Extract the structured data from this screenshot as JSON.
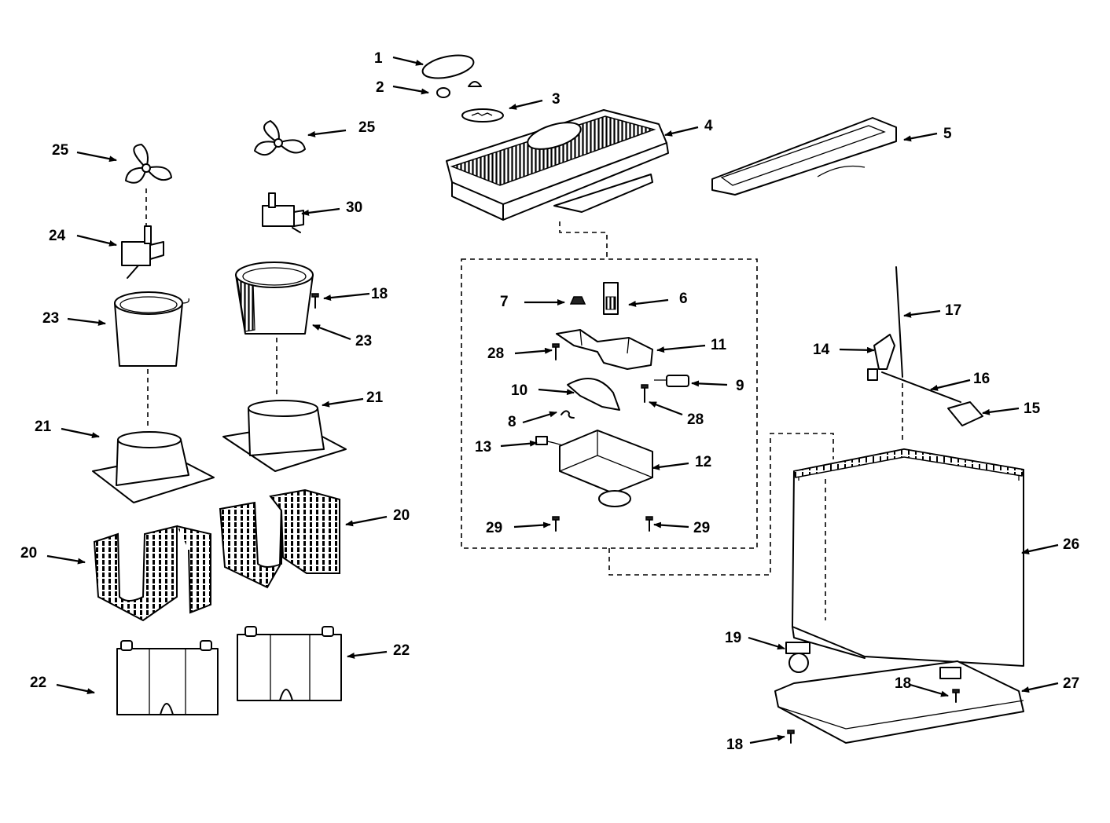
{
  "diagram": {
    "callouts": [
      {
        "id": "c1",
        "text": "1"
      },
      {
        "id": "c2",
        "text": "2"
      },
      {
        "id": "c3",
        "text": "3"
      },
      {
        "id": "c4",
        "text": "4"
      },
      {
        "id": "c5",
        "text": "5"
      },
      {
        "id": "c6",
        "text": "6"
      },
      {
        "id": "c7",
        "text": "7"
      },
      {
        "id": "c8",
        "text": "8"
      },
      {
        "id": "c9",
        "text": "9"
      },
      {
        "id": "c10",
        "text": "10"
      },
      {
        "id": "c11",
        "text": "11"
      },
      {
        "id": "c12",
        "text": "12"
      },
      {
        "id": "c13",
        "text": "13"
      },
      {
        "id": "c14",
        "text": "14"
      },
      {
        "id": "c15",
        "text": "15"
      },
      {
        "id": "c16",
        "text": "16"
      },
      {
        "id": "c17",
        "text": "17"
      },
      {
        "id": "c18a",
        "text": "18"
      },
      {
        "id": "c18b",
        "text": "18"
      },
      {
        "id": "c18c",
        "text": "18"
      },
      {
        "id": "c19",
        "text": "19"
      },
      {
        "id": "c20a",
        "text": "20"
      },
      {
        "id": "c20b",
        "text": "20"
      },
      {
        "id": "c21a",
        "text": "21"
      },
      {
        "id": "c21b",
        "text": "21"
      },
      {
        "id": "c22a",
        "text": "22"
      },
      {
        "id": "c22b",
        "text": "22"
      },
      {
        "id": "c23a",
        "text": "23"
      },
      {
        "id": "c23b",
        "text": "23"
      },
      {
        "id": "c24",
        "text": "24"
      },
      {
        "id": "c25a",
        "text": "25"
      },
      {
        "id": "c25b",
        "text": "25"
      },
      {
        "id": "c26",
        "text": "26"
      },
      {
        "id": "c27",
        "text": "27"
      },
      {
        "id": "c28a",
        "text": "28"
      },
      {
        "id": "c28b",
        "text": "28"
      },
      {
        "id": "c29a",
        "text": "29"
      },
      {
        "id": "c29b",
        "text": "29"
      },
      {
        "id": "c30",
        "text": "30"
      }
    ]
  }
}
